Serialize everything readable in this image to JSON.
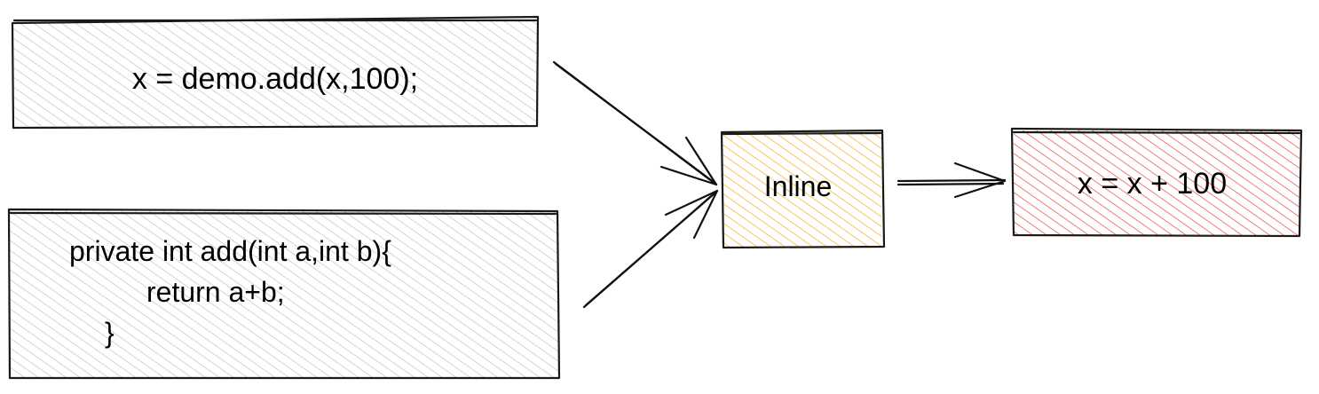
{
  "nodes": {
    "call": {
      "text": "x = demo.add(x,100);",
      "fill": "#bdbdbd"
    },
    "method": {
      "line1": "private int add(int a,int b){",
      "line2": "return a+b;",
      "line3": "}",
      "fill": "#bdbdbd"
    },
    "inline": {
      "text": "Inline",
      "fill": "#f5b731"
    },
    "result": {
      "text": "x = x + 100",
      "fill": "#ee5a5a"
    }
  }
}
